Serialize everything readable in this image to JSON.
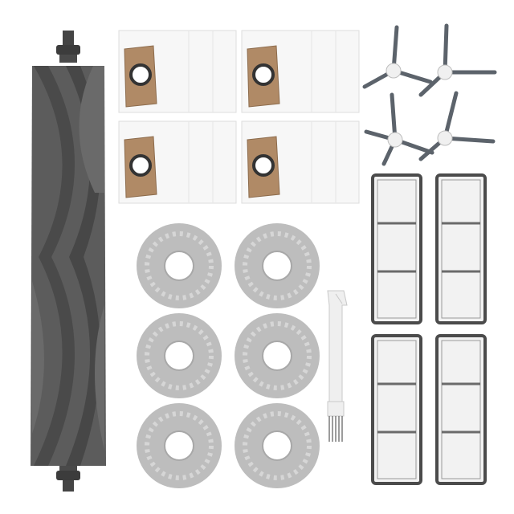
{
  "scene": {
    "background": "#ffffff",
    "items": [
      {
        "kind": "main-roller-brush",
        "count": 1,
        "color": "#5a5a5a"
      },
      {
        "kind": "dust-bag",
        "count": 4,
        "color": "#f7f7f7",
        "accent": "#b08a66"
      },
      {
        "kind": "side-brush",
        "count": 4,
        "color": "#e8e8e8",
        "bristle": "#5c636b"
      },
      {
        "kind": "hepa-filter",
        "count": 4,
        "color": "#f2f2f2",
        "frame": "#4b4b4b"
      },
      {
        "kind": "mop-pad",
        "count": 6,
        "color": "#bdbdbd"
      },
      {
        "kind": "cleaning-tool",
        "count": 1,
        "color": "#efefef"
      }
    ]
  }
}
